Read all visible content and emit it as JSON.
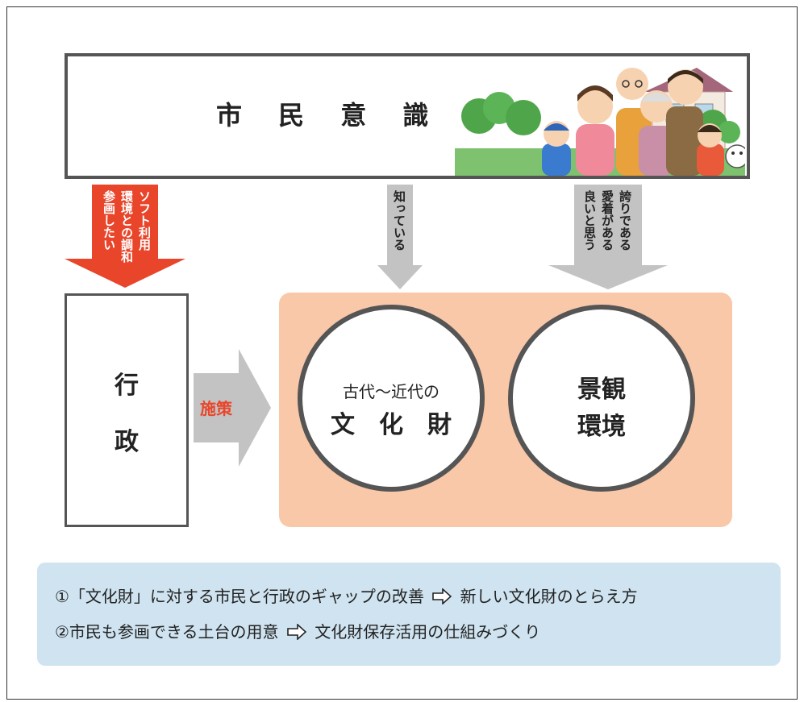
{
  "citizen_awareness": {
    "title": "市 民 意 識"
  },
  "arrows": {
    "left": "ソフト利用環境との調和参画したい",
    "left_col1": "ソフト利用",
    "left_col2": "環境との調和",
    "left_col3": "参画したい",
    "middle": "知っている",
    "right_col1": "誇りである",
    "right_col2": "愛着がある",
    "right_col3": "良いと思う"
  },
  "administration": {
    "char1": "行",
    "char2": "政"
  },
  "policy_label": "施策",
  "cultural_property": {
    "top": "古代～近代の",
    "bottom": "文　化　財"
  },
  "landscape": {
    "line1": "景観",
    "line2": "環境"
  },
  "notes": {
    "line1_left": "①「文化財」に対する市民と行政のギャップの改善",
    "line1_right": "新しい文化財のとらえ方",
    "line2_left": "②市民も参画できる土台の用意",
    "line2_right": "文化財保存活用の仕組みづくり"
  },
  "colors": {
    "red_arrow": "#e8452a",
    "gray_arrow": "#c3c3c3",
    "panel": "#f9c8a9",
    "notes_bg": "#cfe3f0"
  }
}
